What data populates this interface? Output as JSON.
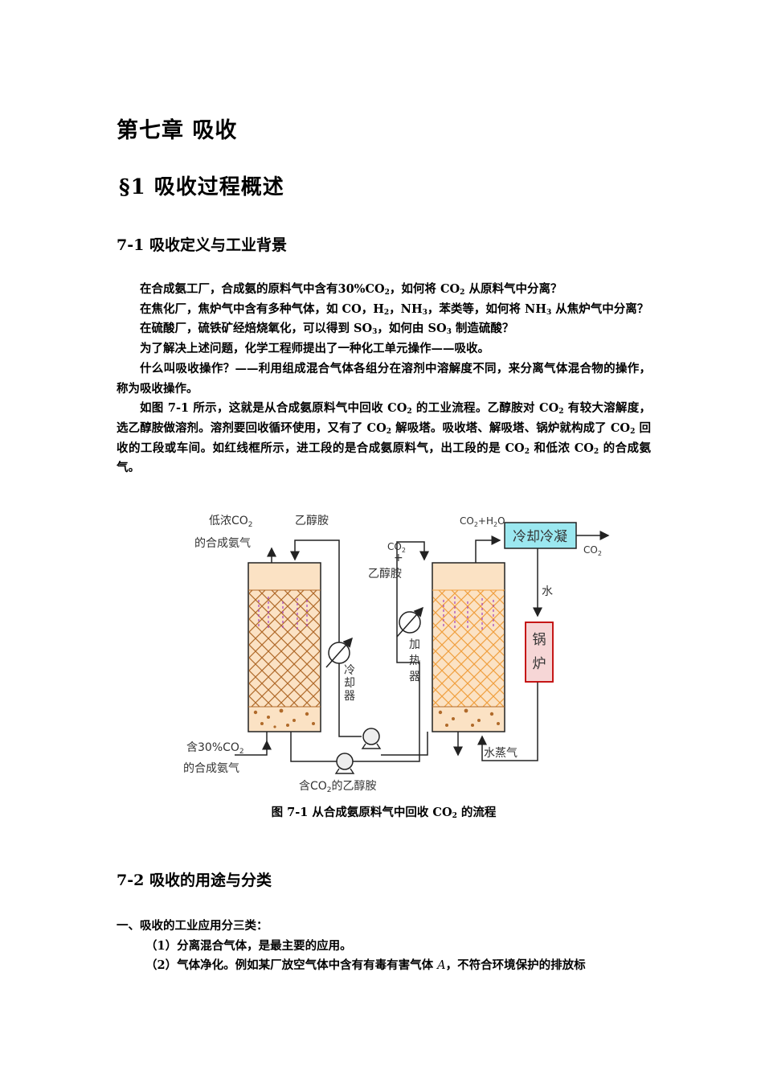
{
  "chapter_title": "第七章  吸收",
  "section_title": "§1  吸收过程概述",
  "sub1_title": "7-1  吸收定义与工业背景",
  "paragraphs": {
    "p1": {
      "a": "在合成氨工厂，合成氨的原料气中含有30%CO",
      "b": "，如何将 CO",
      "c": " 从原料气中分离？"
    },
    "p2": {
      "a": "在焦化厂，焦炉气中含有多种气体，如 CO，H",
      "b": "，NH",
      "c": "，苯类等，如何将 NH",
      "d": " 从焦炉气中分离？"
    },
    "p3": {
      "a": "在硫酸厂，硫铁矿经焙烧氧化，可以得到 SO",
      "b": "，如何由 SO",
      "c": " 制造硫酸？"
    },
    "p4": "为了解决上述问题，化学工程师提出了一种化工单元操作——吸收。",
    "p5": "什么叫吸收操作？——利用组成混合气体各组分在溶剂中溶解度不同，来分离气体混合物的操作，称为吸收操作。",
    "p6": {
      "a": "如图 7-1 所示，这就是从合成氨原料气中回收 CO",
      "b": " 的工业流程。乙醇胺对 CO",
      "c": " 有较大溶解度，选乙醇胺做溶剂。溶剂要回收循环使用，又有了 CO",
      "d": " 解吸塔。吸收塔、解吸塔、锅炉就构成了 CO",
      "e": "  回收的工段或车间。如红线框所示，进工段的是合成氨原料气，出工段的是 CO",
      "f": " 和低浓 CO",
      "g": " 的合成氨气。"
    }
  },
  "subscripts": {
    "two": "2",
    "three": "3"
  },
  "figure": {
    "low_co2_prefix": "低浓CO",
    "low_co2_line2": "的合成氨气",
    "ethanolamine": "乙醇胺",
    "co2": "CO",
    "plus": "+",
    "co2_h2o_a": "CO",
    "co2_h2o_b": "+H",
    "co2_h2o_c": "O",
    "cooler_condenser": "冷却冷凝",
    "co2_out": "CO",
    "water": "水",
    "boiler_1": "锅",
    "boiler_2": "炉",
    "cooler_chars": [
      "冷",
      "却",
      "器"
    ],
    "heater_chars": [
      "加",
      "热",
      "器"
    ],
    "feed_prefix": "含30%CO",
    "feed_line2": "的合成氨气",
    "rich_amine_a": "含CO",
    "rich_amine_b": "的乙醇胺",
    "steam": "水蒸气",
    "colors": {
      "packing": "#b06a2a",
      "column_fill": "#fbe2c4",
      "desorber_packing": "#f0a040",
      "cooler_box": "#9be8f0",
      "boiler_border": "#c00000",
      "boiler_fill": "#f6d6d6"
    }
  },
  "caption": {
    "a": "图 7-1    从合成氨原料气中回收 CO",
    "b": " 的流程"
  },
  "sub2_title": "7-2  吸收的用途与分类",
  "list": {
    "head": "一、吸收的工业应用分三类：",
    "item1": "（1）分离混合气体，是最主要的应用。",
    "item2_a": "（2）气体净化。例如某厂放空气体中含有有毒有害气体 ",
    "item2_var": "A",
    "item2_b": "，不符合环境保护的排放标"
  }
}
